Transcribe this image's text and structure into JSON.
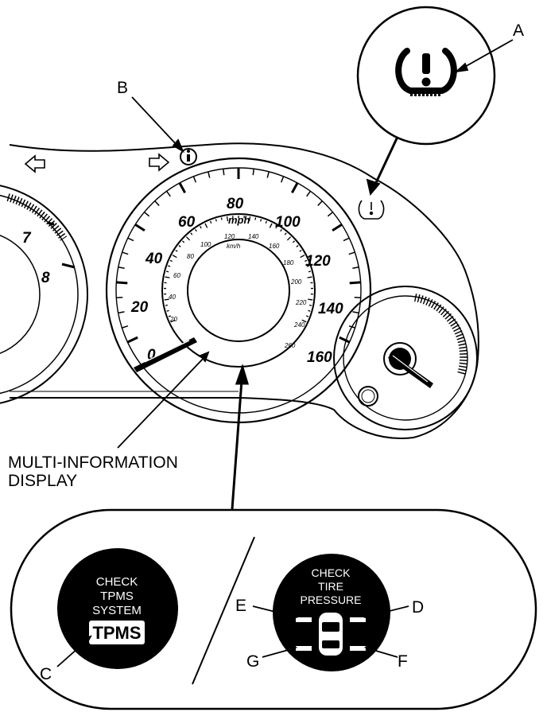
{
  "callouts": {
    "a": "A",
    "b": "B",
    "c": "C",
    "d": "D",
    "e": "E",
    "f": "F",
    "g": "G"
  },
  "mid_label": {
    "line1": "MULTI-INFORMATION",
    "line2": "DISPLAY"
  },
  "speedometer": {
    "unit_mph": "mph",
    "unit_kmh": "km/h",
    "mph_labels": [
      "0",
      "20",
      "40",
      "60",
      "80",
      "100",
      "120",
      "140",
      "160"
    ],
    "kmh_labels": [
      "20",
      "40",
      "60",
      "80",
      "100",
      "120",
      "140",
      "160",
      "180",
      "200",
      "220",
      "240",
      "260"
    ]
  },
  "tachometer": {
    "labels": [
      "7",
      "8"
    ]
  },
  "tpms_message": {
    "line1": "CHECK",
    "line2": "TPMS",
    "line3": "SYSTEM",
    "badge": "TPMS"
  },
  "tire_pressure_message": {
    "line1": "CHECK",
    "line2": "TIRE",
    "line3": "PRESSURE"
  },
  "icons": [
    "tpms-warning-icon",
    "info-icon",
    "left-arrow-icon",
    "right-arrow-icon",
    "car-top-view-icon"
  ]
}
